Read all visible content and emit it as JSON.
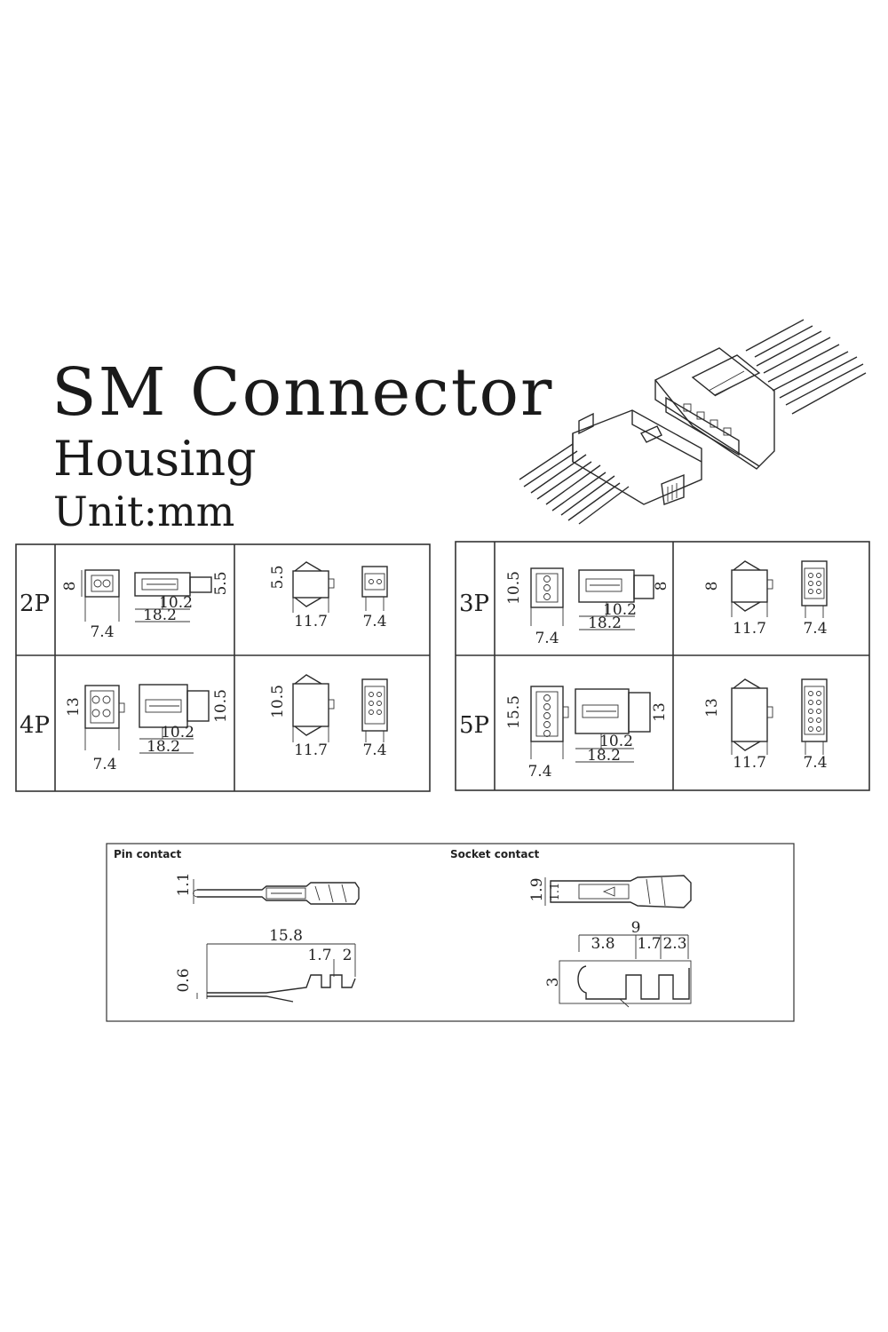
{
  "title": "SM Connector",
  "subtitle": "Housing",
  "unit": "Unit:mm",
  "tables": [
    {
      "rows": [
        {
          "label": "2P",
          "female": {
            "height": "8",
            "width": "7.4"
          },
          "male_side": {
            "inner": "10.2",
            "outer": "18.2",
            "height": "5.5"
          },
          "side": {
            "height": "5.5",
            "width": "11.7"
          },
          "front": {
            "width": "7.4"
          }
        },
        {
          "label": "4P",
          "female": {
            "height": "13",
            "width": "7.4"
          },
          "male_side": {
            "inner": "10.2",
            "outer": "18.2",
            "height": "10.5"
          },
          "side": {
            "height": "10.5",
            "width": "11.7"
          },
          "front": {
            "width": "7.4"
          }
        }
      ]
    },
    {
      "rows": [
        {
          "label": "3P",
          "female": {
            "height": "10.5",
            "width": "7.4"
          },
          "male_side": {
            "inner": "10.2",
            "outer": "18.2",
            "height": "8"
          },
          "side": {
            "height": "8",
            "width": "11.7"
          },
          "front": {
            "width": "7.4"
          }
        },
        {
          "label": "5P",
          "female": {
            "height": "15.5",
            "width": "7.4"
          },
          "male_side": {
            "inner": "10.2",
            "outer": "18.2",
            "height": "13"
          },
          "side": {
            "height": "13",
            "width": "11.7"
          },
          "front": {
            "width": "7.4"
          }
        }
      ]
    }
  ],
  "contacts": {
    "pin": {
      "label": "Pin contact",
      "top_dim": "1.1",
      "length": "15.8",
      "d1": "1.7",
      "d2": "2",
      "thickness": "0.6"
    },
    "socket": {
      "label": "Socket contact",
      "top_dim": "1.9",
      "inner_dim": "1.1",
      "length": "9",
      "d1": "3.8",
      "d2": "1.7",
      "d3": "2.3",
      "height": "3"
    }
  }
}
